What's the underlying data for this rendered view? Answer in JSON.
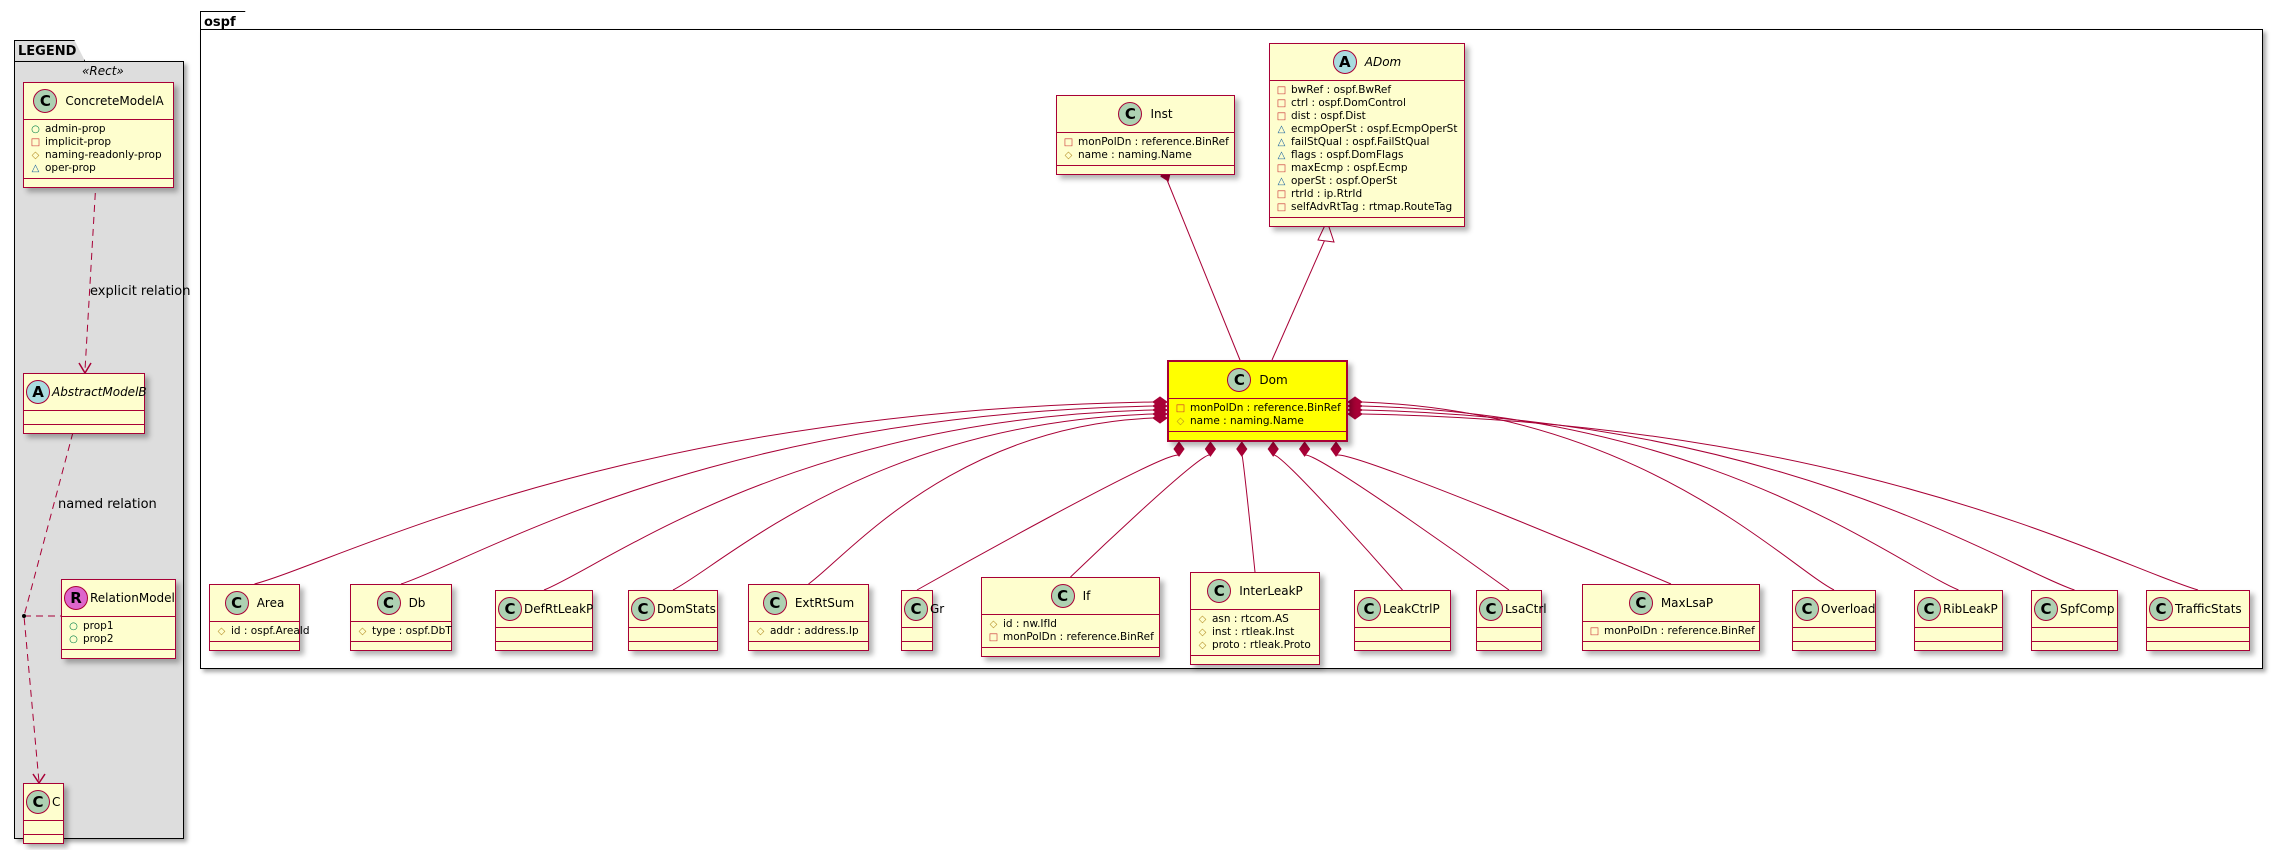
{
  "legend": {
    "title": "LEGEND",
    "stereotype": "«Rect»",
    "concrete": {
      "icon": "C",
      "name": "ConcreteModelA",
      "attrs": [
        {
          "vis": "public",
          "sym": "○",
          "text": "admin-prop"
        },
        {
          "vis": "private",
          "sym": "□",
          "text": "implicit-prop"
        },
        {
          "vis": "protected",
          "sym": "◇",
          "text": "naming-readonly-prop"
        },
        {
          "vis": "package",
          "sym": "△",
          "text": "oper-prop"
        }
      ]
    },
    "abstract": {
      "icon": "A",
      "name": "AbstractModelB"
    },
    "relation_model": {
      "icon": "R",
      "name": "RelationModel",
      "attrs": [
        {
          "vis": "public",
          "sym": "○",
          "text": "prop1"
        },
        {
          "vis": "public",
          "sym": "○",
          "text": "prop2"
        }
      ]
    },
    "c": {
      "icon": "C",
      "name": "C"
    },
    "explicit_label": "explicit relation",
    "named_label": "named relation"
  },
  "package": {
    "title": "ospf",
    "inst": {
      "icon": "C",
      "name": "Inst",
      "attrs": [
        {
          "sym": "□",
          "text": "monPolDn : reference.BinRef"
        },
        {
          "sym": "◇",
          "text": "name : naming.Name"
        }
      ]
    },
    "adom": {
      "icon": "A",
      "name": "ADom",
      "attrs": [
        {
          "sym": "□",
          "text": "bwRef : ospf.BwRef"
        },
        {
          "sym": "□",
          "text": "ctrl : ospf.DomControl"
        },
        {
          "sym": "□",
          "text": "dist : ospf.Dist"
        },
        {
          "sym": "△",
          "text": "ecmpOperSt : ospf.EcmpOperSt"
        },
        {
          "sym": "△",
          "text": "failStQual : ospf.FailStQual"
        },
        {
          "sym": "△",
          "text": "flags : ospf.DomFlags"
        },
        {
          "sym": "□",
          "text": "maxEcmp : ospf.Ecmp"
        },
        {
          "sym": "△",
          "text": "operSt : ospf.OperSt"
        },
        {
          "sym": "□",
          "text": "rtrId : ip.RtrId"
        },
        {
          "sym": "□",
          "text": "selfAdvRtTag : rtmap.RouteTag"
        }
      ]
    },
    "dom": {
      "icon": "C",
      "name": "Dom",
      "attrs": [
        {
          "sym": "□",
          "text": "monPolDn : reference.BinRef"
        },
        {
          "sym": "◇",
          "text": "name : naming.Name"
        }
      ]
    },
    "children": [
      {
        "name": "Area",
        "attrs": [
          {
            "sym": "◇",
            "text": "id : ospf.AreaId"
          }
        ]
      },
      {
        "name": "Db",
        "attrs": [
          {
            "sym": "◇",
            "text": "type : ospf.DbT"
          }
        ]
      },
      {
        "name": "DefRtLeakP",
        "attrs": []
      },
      {
        "name": "DomStats",
        "attrs": []
      },
      {
        "name": "ExtRtSum",
        "attrs": [
          {
            "sym": "◇",
            "text": "addr : address.Ip"
          }
        ]
      },
      {
        "name": "Gr",
        "attrs": []
      },
      {
        "name": "If",
        "attrs": [
          {
            "sym": "◇",
            "text": "id : nw.IfId"
          },
          {
            "sym": "□",
            "text": "monPolDn : reference.BinRef"
          }
        ]
      },
      {
        "name": "InterLeakP",
        "attrs": [
          {
            "sym": "◇",
            "text": "asn : rtcom.AS"
          },
          {
            "sym": "◇",
            "text": "inst : rtleak.Inst"
          },
          {
            "sym": "◇",
            "text": "proto : rtleak.Proto"
          }
        ]
      },
      {
        "name": "LeakCtrlP",
        "attrs": []
      },
      {
        "name": "LsaCtrl",
        "attrs": []
      },
      {
        "name": "MaxLsaP",
        "attrs": [
          {
            "sym": "□",
            "text": "monPolDn : reference.BinRef"
          }
        ]
      },
      {
        "name": "Overload",
        "attrs": []
      },
      {
        "name": "RibLeakP",
        "attrs": []
      },
      {
        "name": "SpfComp",
        "attrs": []
      },
      {
        "name": "TrafficStats",
        "attrs": []
      }
    ]
  },
  "colors": {
    "line": "#a80036",
    "box": "#fefece",
    "highlight": "#ffff00",
    "legend_bg": "#dddddd"
  }
}
